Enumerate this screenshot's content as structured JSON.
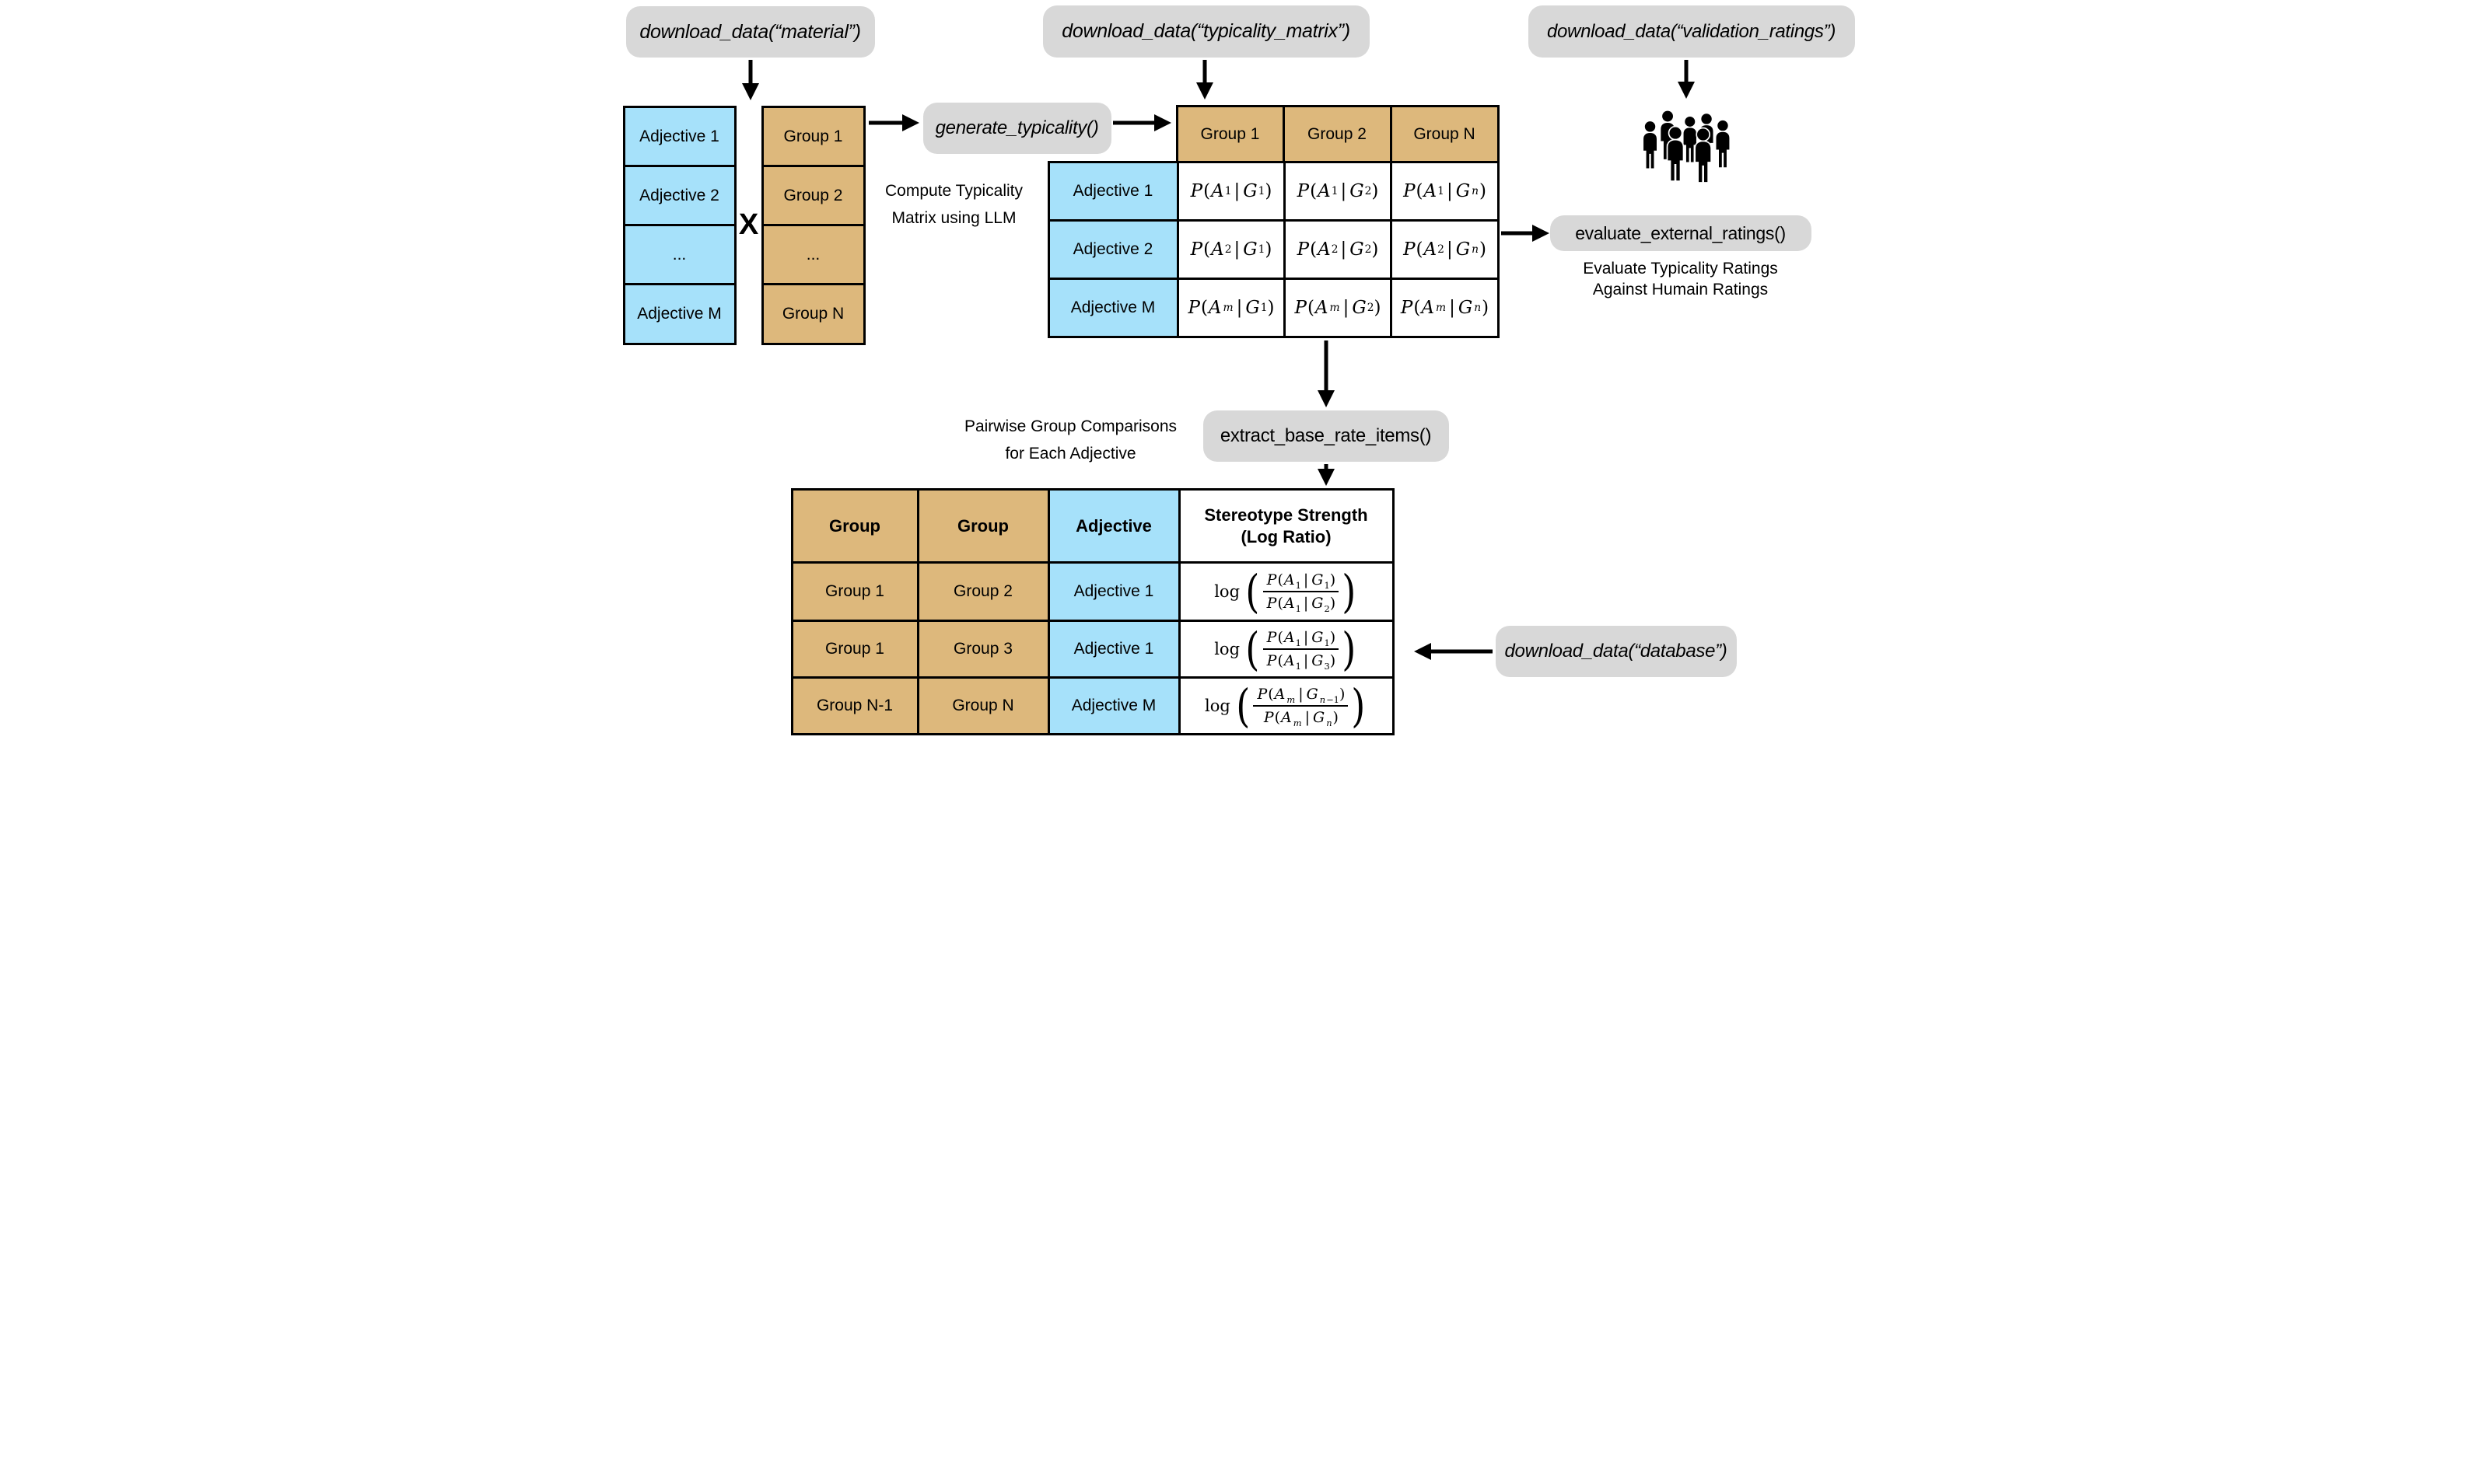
{
  "colors": {
    "blue": "#a6e1fa",
    "tan": "#ddb87c",
    "pill_bg": "#d8d8d8",
    "line": "#000000"
  },
  "pills": {
    "material": "download_data(“material”)",
    "typicality_matrix": "download_data(“typicality_matrix”)",
    "validation_ratings": "download_data(“validation_ratings”)",
    "generate_typicality": "generate_typicality()",
    "evaluate_external_ratings": "evaluate_external_ratings()",
    "extract_base_rate_items": "extract_base_rate_items()",
    "database": "download_data(“database”)"
  },
  "adjective_list": [
    "Adjective 1",
    "Adjective 2",
    "...",
    "Adjective M"
  ],
  "group_list": [
    "Group 1",
    "Group 2",
    "...",
    "Group N"
  ],
  "cross_operator": "X",
  "captions": {
    "compute": [
      "Compute Typicality",
      "Matrix using LLM"
    ],
    "pairwise": [
      "Pairwise Group Comparisons",
      "for Each Adjective"
    ],
    "evaluate": [
      "Evaluate Typicality Ratings",
      "Against Humain Ratings"
    ]
  },
  "typicality_matrix": {
    "column_headers": [
      "Group 1",
      "Group 2",
      "Group N"
    ],
    "rows": [
      {
        "label": "Adjective 1",
        "cells": [
          "P(A_1|G_1)",
          "P(A_1|G_2)",
          "P(A_1|G_n)"
        ]
      },
      {
        "label": "Adjective 2",
        "cells": [
          "P(A_2|G_1)",
          "P(A_2|G_2)",
          "P(A_2|G_n)"
        ]
      },
      {
        "label": "Adjective M",
        "cells": [
          "P(A_m|G_1)",
          "P(A_m|G_2)",
          "P(A_m|G_n)"
        ]
      }
    ]
  },
  "base_rate_table": {
    "headers": [
      [
        "Group"
      ],
      [
        "Group"
      ],
      [
        "Adjective"
      ],
      [
        "Stereotype Strength",
        "(Log Ratio)"
      ]
    ],
    "rows": [
      {
        "group_a": "Group 1",
        "group_b": "Group 2",
        "adjective": "Adjective 1",
        "log_ratio": {
          "num": "P(A_1|G_1)",
          "den": "P(A_1|G_2)"
        }
      },
      {
        "group_a": "Group 1",
        "group_b": "Group 3",
        "adjective": "Adjective 1",
        "log_ratio": {
          "num": "P(A_1|G_1)",
          "den": "P(A_1|G_3)"
        }
      },
      {
        "group_a": "Group N-1",
        "group_b": "Group N",
        "adjective": "Adjective M",
        "log_ratio": {
          "num": "P(A_m|G_{n-1})",
          "den": "P(A_m|G_n)"
        }
      }
    ]
  },
  "icons": {
    "people": "people-group-icon"
  }
}
